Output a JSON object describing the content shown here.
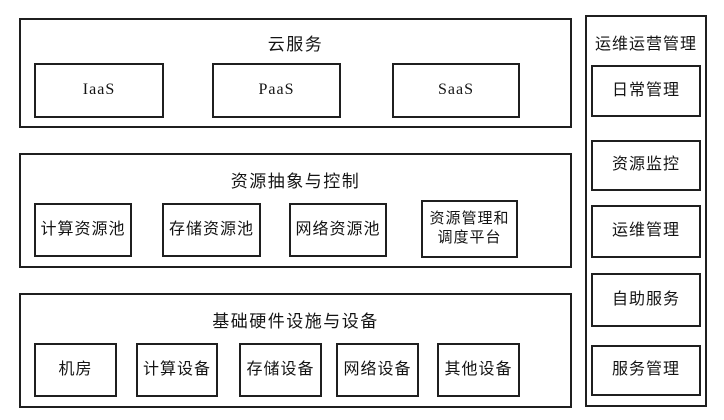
{
  "sections": [
    {
      "title": "云服务",
      "items": [
        {
          "label": "IaaS"
        },
        {
          "label": "PaaS"
        },
        {
          "label": "SaaS"
        }
      ]
    },
    {
      "title": "资源抽象与控制",
      "items": [
        {
          "label": "计算资源池"
        },
        {
          "label": "存储资源池"
        },
        {
          "label": "网络资源池"
        },
        {
          "label": "资源管理和\n调度平台"
        }
      ]
    },
    {
      "title": "基础硬件设施与设备",
      "items": [
        {
          "label": "机房"
        },
        {
          "label": "计算设备"
        },
        {
          "label": "存储设备"
        },
        {
          "label": "网络设备"
        },
        {
          "label": "其他设备"
        }
      ]
    }
  ],
  "side_panel": {
    "title": "运维运营管理",
    "items": [
      {
        "label": "日常管理"
      },
      {
        "label": "资源监控"
      },
      {
        "label": "运维管理"
      },
      {
        "label": "自助服务"
      },
      {
        "label": "服务管理"
      }
    ]
  },
  "colors": {
    "border": "#1f1f1f",
    "background": "#ffffff",
    "text": "#141414"
  }
}
